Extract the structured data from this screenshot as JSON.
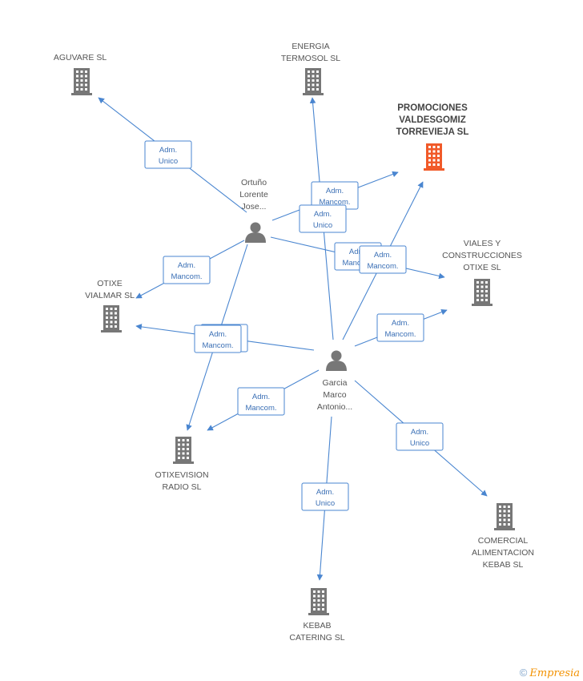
{
  "colors": {
    "edge": "#4a86d0",
    "building": "#777777",
    "focus_building": "#f15a29",
    "person": "#777777"
  },
  "nodes": [
    {
      "id": "aguvare",
      "type": "company",
      "label": [
        "AGUVARE SL"
      ]
    },
    {
      "id": "energia",
      "type": "company",
      "label": [
        "ENERGIA",
        "TERMOSOL SL"
      ]
    },
    {
      "id": "promociones",
      "type": "company",
      "focus": true,
      "label": [
        "PROMOCIONES",
        "VALDESGOMIZ",
        "TORREVIEJA SL"
      ]
    },
    {
      "id": "viales",
      "type": "company",
      "label": [
        "VIALES Y",
        "CONSTRUCCIONES",
        "OTIXE SL"
      ]
    },
    {
      "id": "otixe_vialmar",
      "type": "company",
      "label": [
        "OTIXE",
        "VIALMAR SL"
      ]
    },
    {
      "id": "otixevision",
      "type": "company",
      "label": [
        "OTIXEVISION",
        "RADIO SL"
      ]
    },
    {
      "id": "comercial",
      "type": "company",
      "label": [
        "COMERCIAL",
        "ALIMENTACION",
        "KEBAB SL"
      ]
    },
    {
      "id": "kebab",
      "type": "company",
      "label": [
        "KEBAB",
        "CATERING  SL"
      ]
    },
    {
      "id": "ortuno",
      "type": "person",
      "label": [
        "Ortuño",
        "Lorente",
        "Jose..."
      ]
    },
    {
      "id": "garcia",
      "type": "person",
      "label": [
        "Garcia",
        "Marco",
        "Antonio..."
      ]
    }
  ],
  "edges": [
    {
      "from": "ortuno",
      "to": "aguvare",
      "label": [
        "Adm.",
        "Unico"
      ]
    },
    {
      "from": "ortuno",
      "to": "promociones",
      "label": [
        "Adm.",
        "Mancom."
      ]
    },
    {
      "from": "ortuno",
      "to": "viales",
      "label": [
        "Adm.",
        "Mancom."
      ]
    },
    {
      "from": "ortuno",
      "to": "otixe_vialmar",
      "label": [
        "Adm.",
        "Mancom."
      ]
    },
    {
      "from": "ortuno",
      "to": "otixevision",
      "label": [
        "Adm.",
        "Mancom."
      ]
    },
    {
      "from": "garcia",
      "to": "energia",
      "label": [
        "Adm.",
        "Unico"
      ]
    },
    {
      "from": "garcia",
      "to": "promociones",
      "label": [
        "Adm.",
        "Mancom."
      ]
    },
    {
      "from": "garcia",
      "to": "viales",
      "label": [
        "Adm.",
        "Mancom."
      ]
    },
    {
      "from": "garcia",
      "to": "otixe_vialmar",
      "label": [
        "Adm.",
        "Mancom."
      ]
    },
    {
      "from": "garcia",
      "to": "otixevision",
      "label": [
        "Adm.",
        "Mancom."
      ]
    },
    {
      "from": "garcia",
      "to": "comercial",
      "label": [
        "Adm.",
        "Unico"
      ]
    },
    {
      "from": "garcia",
      "to": "kebab",
      "label": [
        "Adm.",
        "Unico"
      ]
    }
  ],
  "footer": {
    "copyright": "©",
    "brand": "Empresia"
  }
}
